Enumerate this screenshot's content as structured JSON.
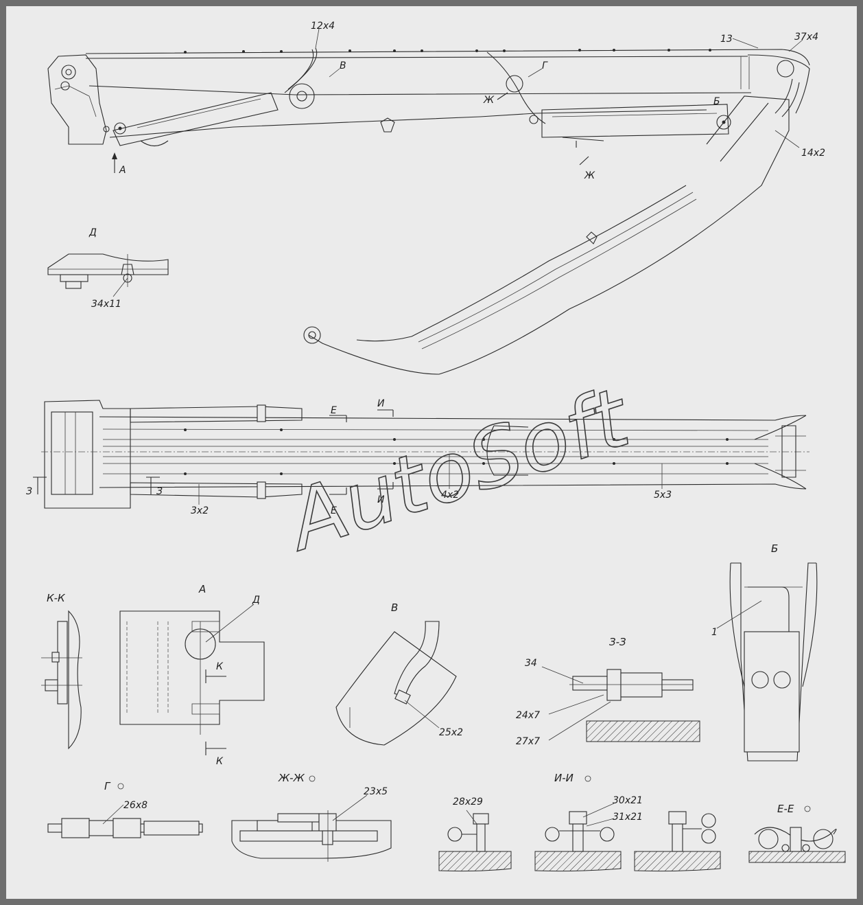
{
  "watermark": "AutoSoft",
  "colors": {
    "background": "#6e6e6e",
    "sheet": "#ebebeb",
    "line": "#2a2a2a"
  },
  "side_view_labels": {
    "l_12x4": "12x4",
    "l_V": "В",
    "l_G": "Г",
    "l_Zh_top": "Ж",
    "l_Zh_bottom": "Ж",
    "l_13": "13",
    "l_37x4": "37x4",
    "l_B": "Б",
    "l_14x2": "14x2",
    "l_A": "А"
  },
  "detail_D": {
    "title": "Д",
    "callout": "34x11"
  },
  "plan_view_labels": {
    "l_E_top": "Е",
    "l_E_bottom": "Е",
    "l_I_top": "И",
    "l_I_bottom": "И",
    "l_Z_left": "З",
    "l_Z_right": "З",
    "l_3x2": "3x2",
    "l_4x2": "4x2",
    "l_5x3": "5x3"
  },
  "section_KK": {
    "title": "К-К"
  },
  "view_A": {
    "title": "А",
    "callout_D": "Д",
    "l_K_top": "К",
    "l_K_bottom": "К"
  },
  "view_V": {
    "title": "В",
    "callout": "25x2"
  },
  "section_ZZ": {
    "title": "З-З",
    "l_34": "34",
    "l_24x7": "24x7",
    "l_27x7": "27x7"
  },
  "view_B": {
    "title": "Б",
    "callout_1": "1"
  },
  "view_G": {
    "title": "Г",
    "callout": "26x8"
  },
  "section_ZhZh": {
    "title": "Ж-Ж",
    "callout": "23x5"
  },
  "section_II": {
    "title": "И-И",
    "l_28x29": "28x29",
    "l_30x21": "30x21",
    "l_31x21": "31x21"
  },
  "section_EE": {
    "title": "Е-Е"
  }
}
